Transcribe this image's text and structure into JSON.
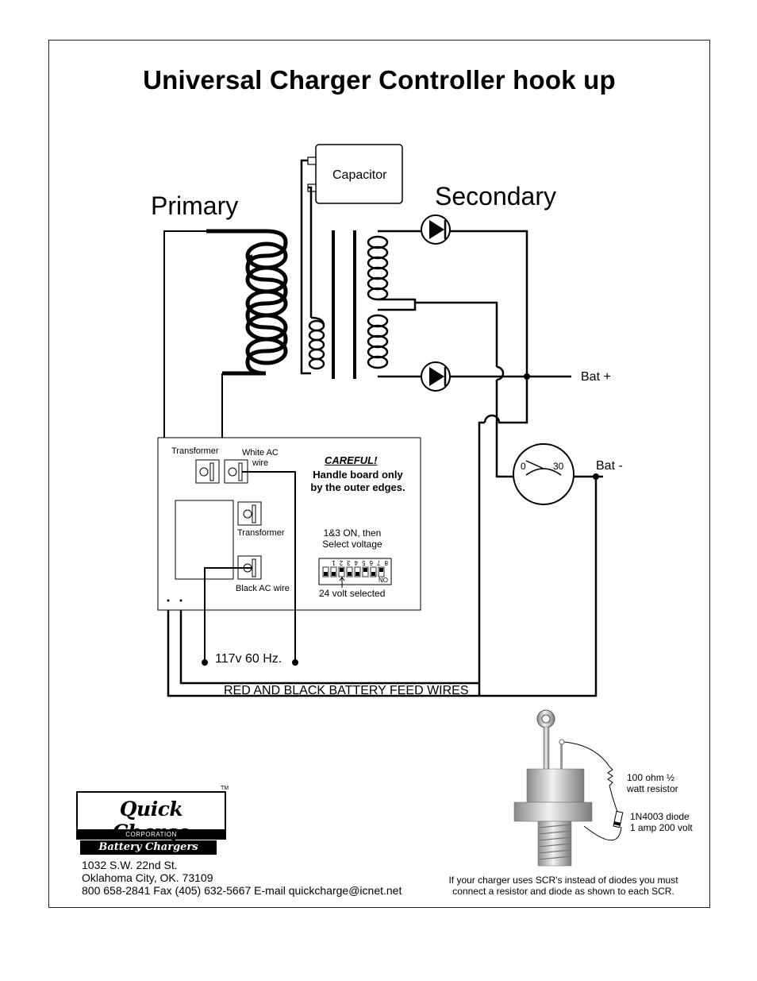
{
  "title": "Universal Charger Controller hook up",
  "labels": {
    "primary": "Primary",
    "secondary": "Secondary",
    "capacitor": "Capacitor",
    "bat_plus": "Bat +",
    "bat_minus": "Bat -",
    "meter_zero": "0",
    "meter_thirty": "30",
    "line_voltage": "117v 60 Hz.",
    "battery_feed": "RED AND BLACK BATTERY FEED WIRES"
  },
  "board": {
    "transformer_top": "Transformer",
    "white_ac": "White AC",
    "white_ac_2": "wire",
    "careful": "CAREFUL!",
    "handle_1": "Handle board only",
    "handle_2": "by the outer edges.",
    "transformer_mid": "Transformer",
    "select_1": "1&3 ON, then",
    "select_2": "Select voltage",
    "dip_numbers": "8 7 6 5 4 3 2 1",
    "dip_on": "ON",
    "voltage_selected": "24 volt selected",
    "black_ac": "Black AC wire"
  },
  "scr": {
    "resistor_1": "100 ohm ½",
    "resistor_2": "watt resistor",
    "diode_1": "1N4003 diode",
    "diode_2": "1 amp 200 volt",
    "note_1": "If your charger uses SCR's instead of diodes you must",
    "note_2": "connect a resistor and diode as shown to each SCR."
  },
  "company": {
    "logo_name": "Quick Charge",
    "logo_corp": "CORPORATION",
    "logo_tag": "Battery Chargers",
    "tm": "TM",
    "address_1": "1032 S.W. 22nd St.",
    "address_2": "Oklahoma City, OK. 73109",
    "contact": "800 658-2841  Fax (405) 632-5667  E-mail quickcharge@icnet.net"
  }
}
